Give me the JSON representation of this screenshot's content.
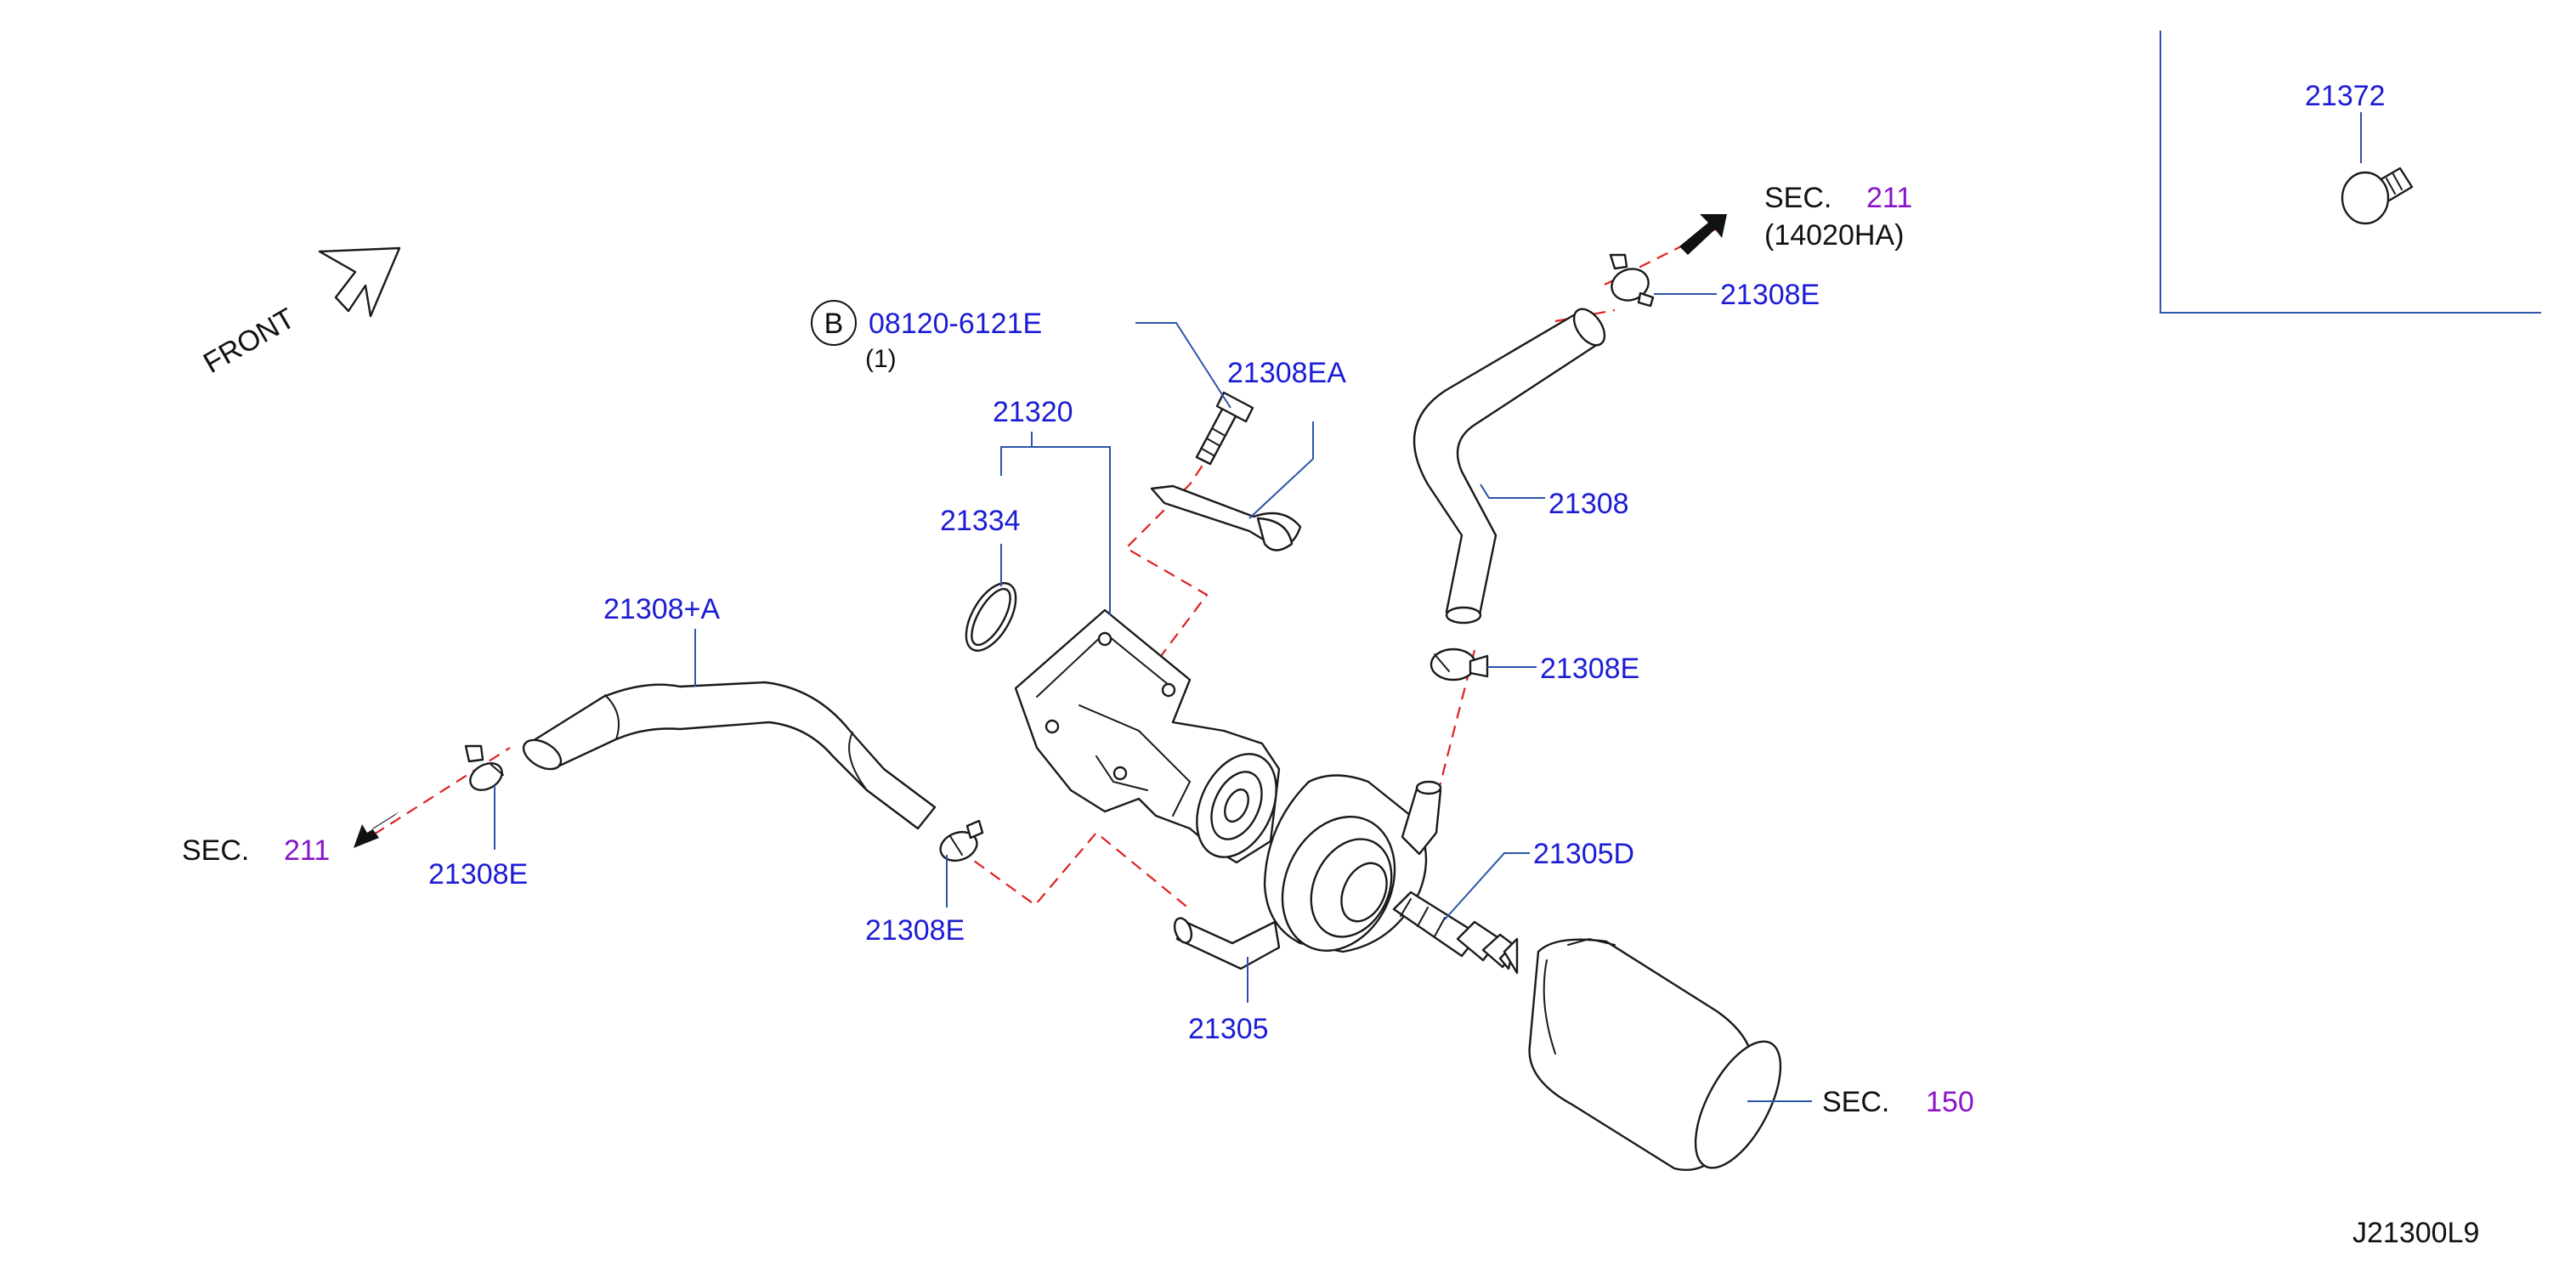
{
  "diagram_code": "J21300L9",
  "orientation": {
    "front_label": "FRONT"
  },
  "section_refs": {
    "sec_prefix": "SEC.",
    "top_right": {
      "sec": "211",
      "sub": "(14020HA)"
    },
    "left": {
      "sec": "211"
    },
    "filter": {
      "sec": "150"
    }
  },
  "bolt_callout": {
    "circle_letter": "B",
    "part": "08120-6121E",
    "qty": "(1)"
  },
  "parts": {
    "p21372": "21372",
    "p21308E_top": "21308E",
    "p21308EA": "21308EA",
    "p21320": "21320",
    "p21334": "21334",
    "p21308": "21308",
    "p21308A": "21308+A",
    "p21308E_mid": "21308E",
    "p21308E_left": "21308E",
    "p21308E_lower": "21308E",
    "p21305D": "21305D",
    "p21305": "21305"
  },
  "colors": {
    "part_number": "#1c1cd6",
    "section_number": "#8a14c8",
    "leader": "#2a55a8",
    "dashed_connection": "#e02020",
    "outline": "#1a1a1a"
  }
}
